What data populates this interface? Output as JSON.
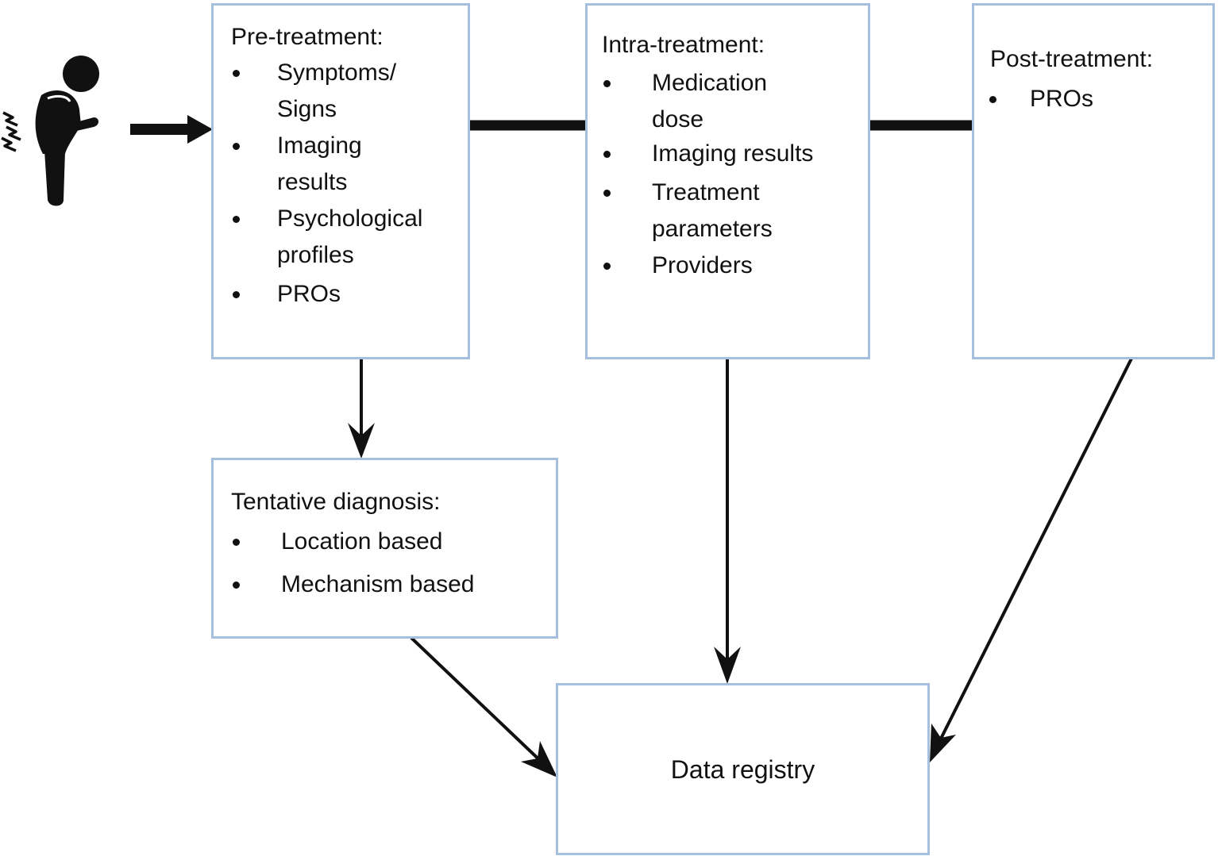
{
  "colors": {
    "box_border": "#a7bfdf",
    "line": "#111111",
    "text": "#111111"
  },
  "icons": {
    "patient": "person-with-back-pain-icon"
  },
  "boxes": {
    "pre_treatment": {
      "title": "Pre-treatment:",
      "items": [
        "Symptoms/",
        "Signs",
        "Imaging",
        "results",
        "Psychological",
        "profiles",
        "PROs"
      ]
    },
    "intra_treatment": {
      "title": "Intra-treatment:",
      "items": [
        "Medication",
        "dose",
        "Imaging results",
        "Treatment",
        "parameters",
        "Providers"
      ]
    },
    "post_treatment": {
      "title": "Post-treatment:",
      "items": [
        "PROs"
      ]
    },
    "tentative_diagnosis": {
      "title": "Tentative diagnosis:",
      "items": [
        "Location based",
        "Mechanism based"
      ]
    },
    "data_registry": {
      "label": "Data registry"
    }
  },
  "connections": [
    {
      "from": "patient",
      "to": "pre_treatment",
      "style": "thick-arrow"
    },
    {
      "from": "pre_treatment",
      "to": "intra_treatment",
      "style": "thick-line"
    },
    {
      "from": "intra_treatment",
      "to": "post_treatment",
      "style": "thick-line"
    },
    {
      "from": "pre_treatment",
      "to": "tentative_diagnosis",
      "style": "arrow"
    },
    {
      "from": "tentative_diagnosis",
      "to": "data_registry",
      "style": "arrow"
    },
    {
      "from": "intra_treatment",
      "to": "data_registry",
      "style": "arrow"
    },
    {
      "from": "post_treatment",
      "to": "data_registry",
      "style": "arrow"
    }
  ]
}
